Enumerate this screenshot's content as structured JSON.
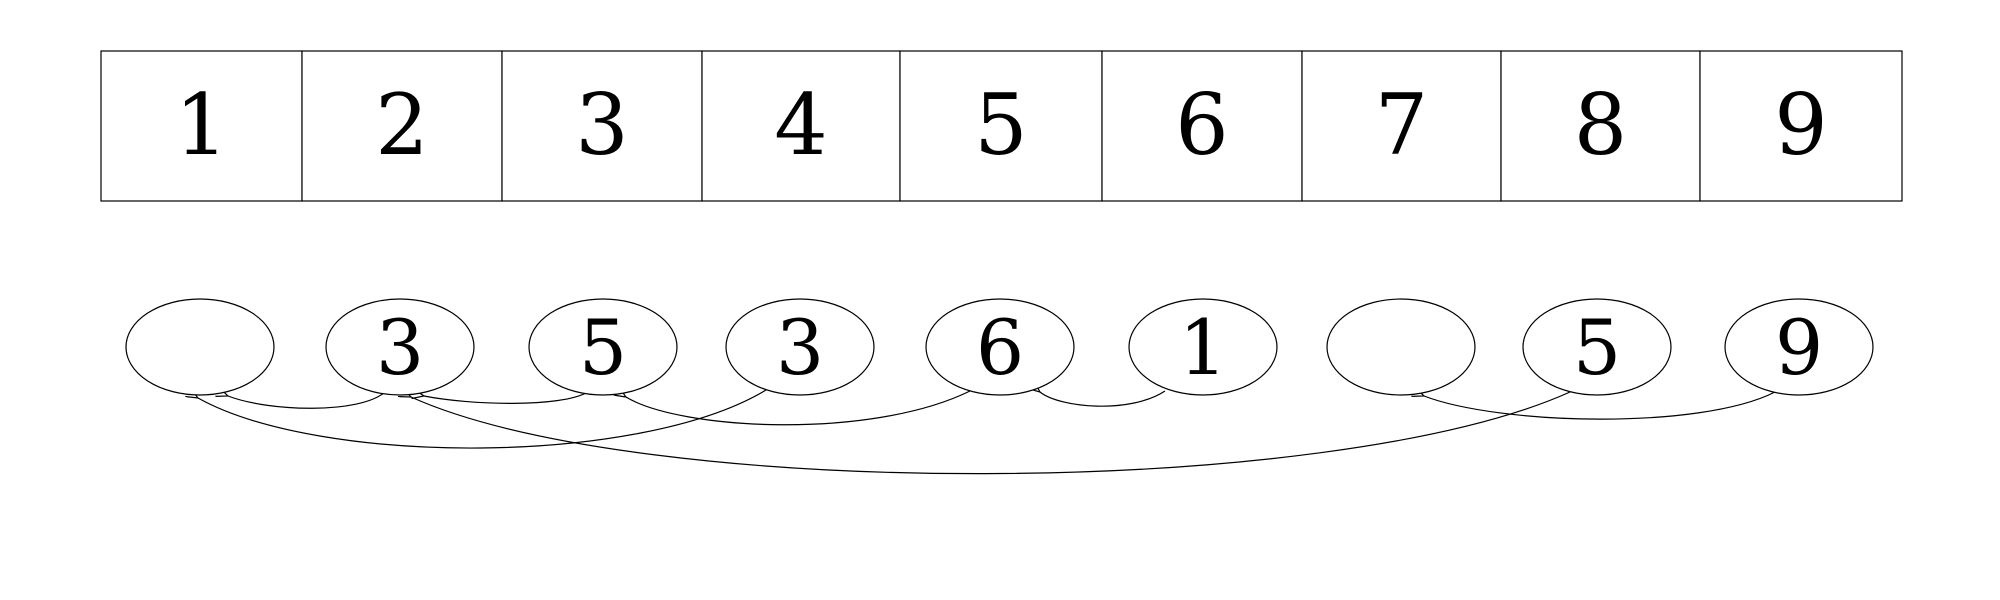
{
  "array": {
    "cells": [
      {
        "label": "1"
      },
      {
        "label": "2"
      },
      {
        "label": "3"
      },
      {
        "label": "4"
      },
      {
        "label": "5"
      },
      {
        "label": "6"
      },
      {
        "label": "7"
      },
      {
        "label": "8"
      },
      {
        "label": "9"
      }
    ]
  },
  "nodes": [
    {
      "label": ""
    },
    {
      "label": "3"
    },
    {
      "label": "5"
    },
    {
      "label": "3"
    },
    {
      "label": "6"
    },
    {
      "label": "1"
    },
    {
      "label": ""
    },
    {
      "label": "5"
    },
    {
      "label": "9"
    }
  ],
  "links": [
    {
      "from": 2,
      "to": 1
    },
    {
      "from": 3,
      "to": 2
    },
    {
      "from": 4,
      "to": 1
    },
    {
      "from": 5,
      "to": 3
    },
    {
      "from": 6,
      "to": 5
    },
    {
      "from": 8,
      "to": 2
    },
    {
      "from": 9,
      "to": 7
    }
  ]
}
